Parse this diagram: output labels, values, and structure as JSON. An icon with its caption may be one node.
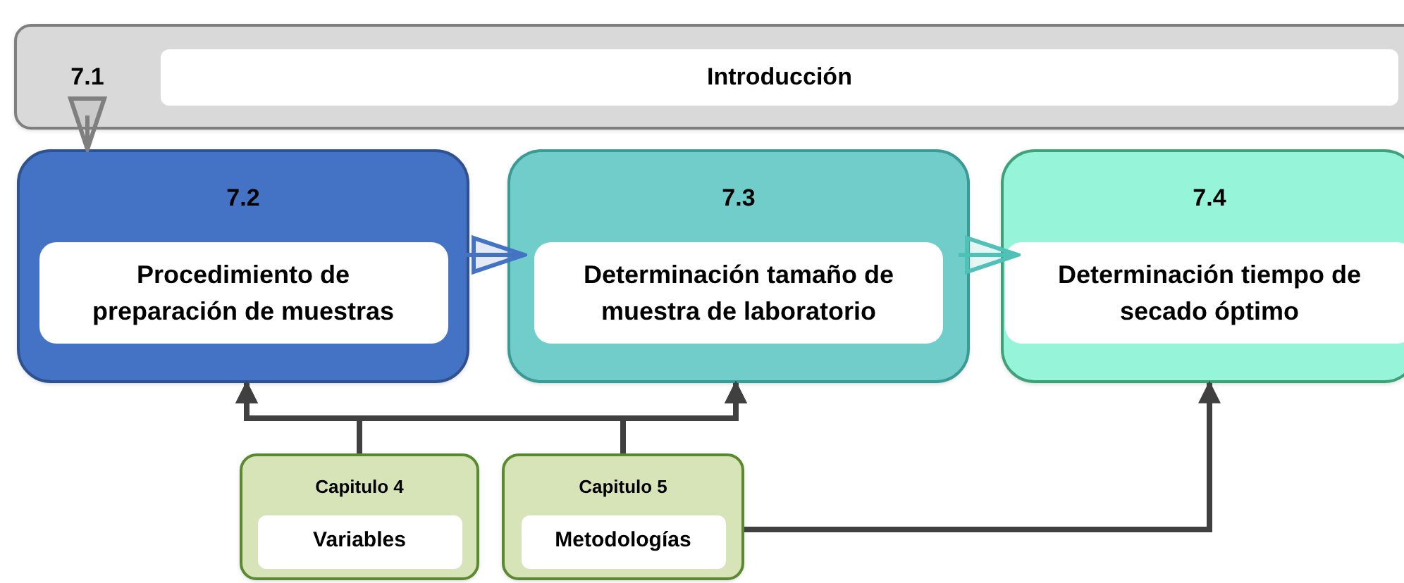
{
  "diagram": {
    "nodes": [
      {
        "text": [
          "7.1",
          "Introducción"
        ]
      },
      {
        "text": [
          "7.2",
          "Procedimiento de preparación de muestras"
        ]
      },
      {
        "text": [
          "7.3",
          "Determinación tamaño de muestra de laboratorio"
        ]
      },
      {
        "text": [
          "7.4",
          "Determinación tiempo de secado óptimo"
        ]
      },
      {
        "text": [
          "Capitulo 4",
          "Variables"
        ]
      },
      {
        "text": [
          "Capitulo 5",
          "Metodologías"
        ]
      }
    ],
    "edges": [
      {
        "from": 0,
        "to": 1,
        "arrow": "to",
        "color": "#7f7f7f"
      },
      {
        "from": 1,
        "to": 2,
        "arrow": "to",
        "color": "#4472c4"
      },
      {
        "from": 2,
        "to": 3,
        "arrow": "to",
        "color": "#4fc1b8"
      },
      {
        "from": 4,
        "to": 1,
        "arrow": "to"
      },
      {
        "from": 4,
        "to": 2,
        "arrow": "to"
      },
      {
        "from": 5,
        "to": 1,
        "arrow": "to"
      },
      {
        "from": 5,
        "to": 2,
        "arrow": "to"
      },
      {
        "from": 5,
        "to": 3,
        "arrow": "to"
      }
    ]
  }
}
